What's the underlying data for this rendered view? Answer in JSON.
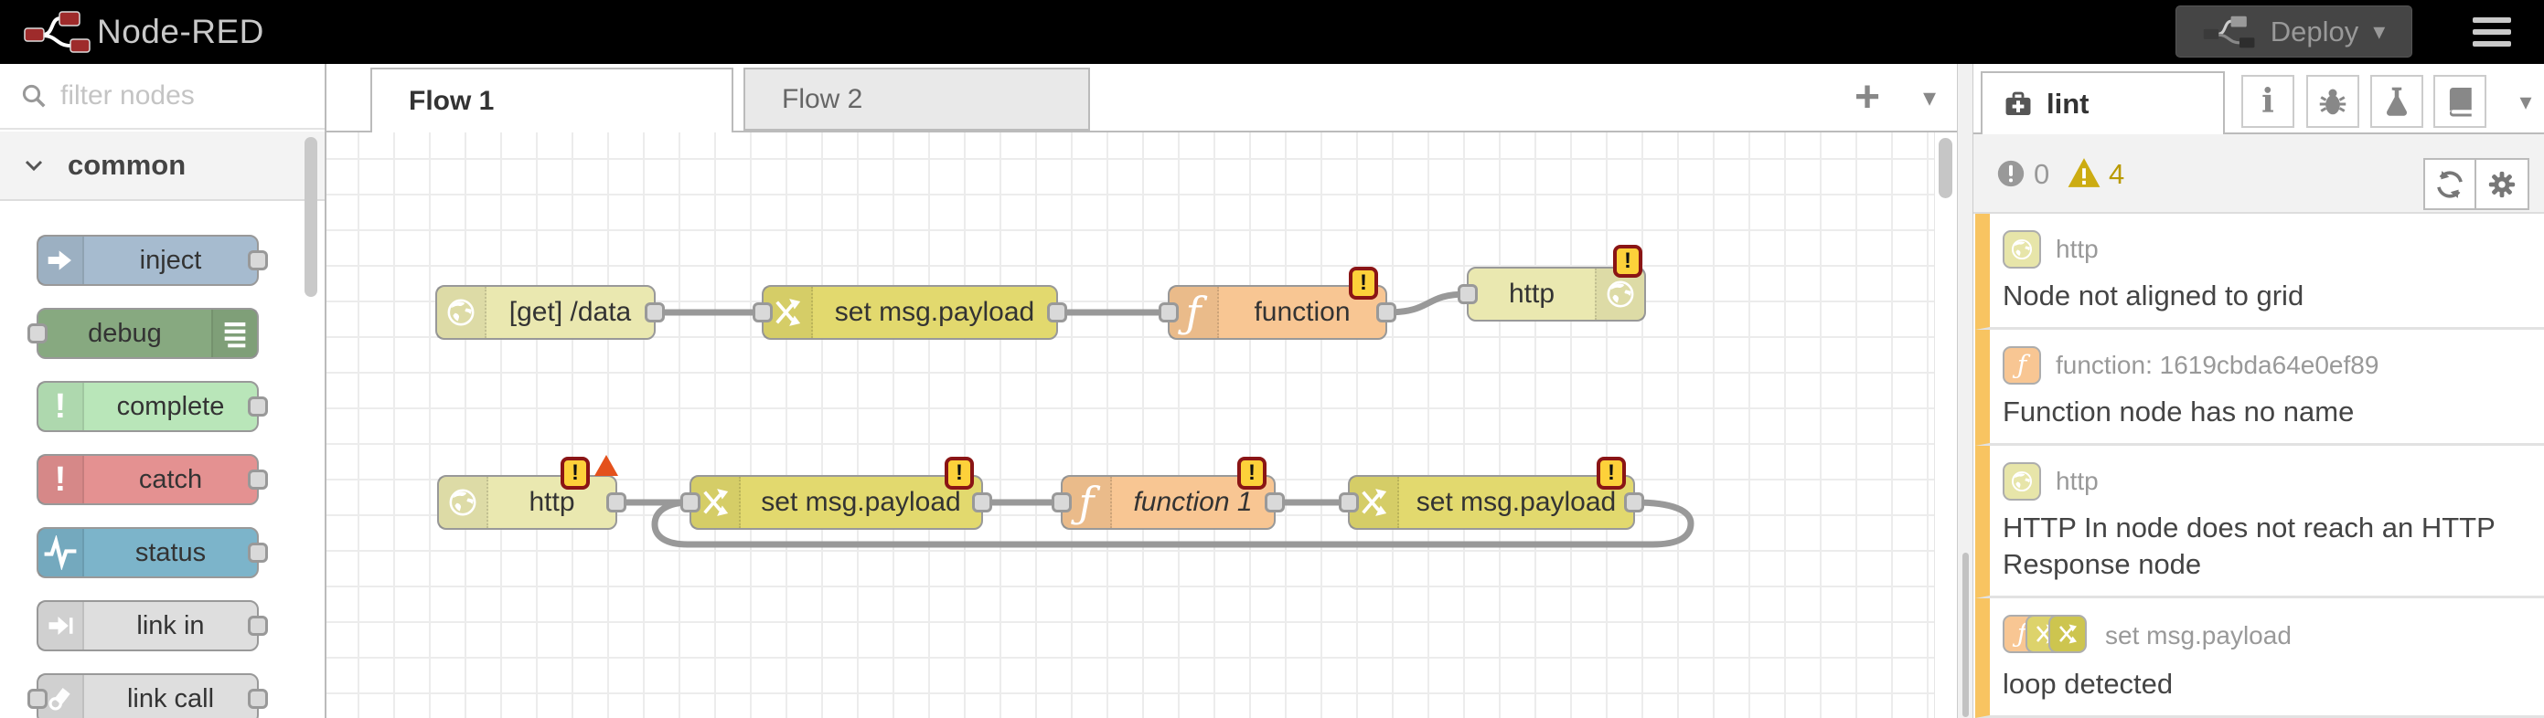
{
  "header": {
    "app_title": "Node-RED",
    "deploy": {
      "label": "Deploy"
    },
    "chevron_glyph": "▾"
  },
  "palette": {
    "filter_placeholder": "filter nodes",
    "category_label": "common",
    "nodes": [
      {
        "label": "inject",
        "color": "#a6bbcf",
        "ports": "out"
      },
      {
        "label": "debug",
        "color": "#87a980",
        "ports": "in"
      },
      {
        "label": "complete",
        "color": "#b9e6b9",
        "ports": "out"
      },
      {
        "label": "catch",
        "color": "#e49191",
        "ports": "out"
      },
      {
        "label": "status",
        "color": "#7cb4ca",
        "ports": "out"
      },
      {
        "label": "link in",
        "color": "#dedede",
        "ports": "out"
      },
      {
        "label": "link call",
        "color": "#dedede",
        "ports": "in-out"
      }
    ]
  },
  "workspace": {
    "tabs": [
      {
        "label": "Flow 1",
        "active": true
      },
      {
        "label": "Flow 2",
        "active": false
      }
    ],
    "add_tab_label": "+",
    "badge_glyph": "!",
    "nodes": [
      {
        "label": "[get] /data",
        "type": "http in",
        "color": "#eae8b0",
        "badge": false
      },
      {
        "label": "set msg.payload",
        "type": "change",
        "color": "#e2d96e",
        "badge": false
      },
      {
        "label": "function",
        "type": "function",
        "color": "#f8c693",
        "badge": true
      },
      {
        "label": "http",
        "type": "http response",
        "color": "#eae8b0",
        "badge": true
      },
      {
        "label": "http",
        "type": "http in",
        "color": "#eae8b0",
        "badge": true,
        "error": true
      },
      {
        "label": "set msg.payload",
        "type": "change",
        "color": "#e2d96e",
        "badge": true
      },
      {
        "label": "function 1",
        "type": "function",
        "color": "#f8c693",
        "badge": true,
        "italic": true
      },
      {
        "label": "set msg.payload",
        "type": "change",
        "color": "#e2d96e",
        "badge": true
      }
    ]
  },
  "sidebar": {
    "tab_label": "lint",
    "icon_tabs": [
      "info-icon",
      "bug-icon",
      "flask-icon",
      "book-icon"
    ],
    "counts": {
      "errors": "0",
      "warnings": "4"
    },
    "issues": [
      {
        "node_label": "http",
        "message": "Node not aligned to grid",
        "icons": [
          "http"
        ]
      },
      {
        "node_label": "function: 1619cbda64e0ef89",
        "message": "Function node has no name",
        "icons": [
          "function"
        ]
      },
      {
        "node_label": "http",
        "message": "HTTP In node does not reach an HTTP Response node",
        "icons": [
          "http"
        ]
      },
      {
        "node_label": "set msg.payload",
        "message": "loop detected",
        "icons": [
          "function",
          "switch",
          "change"
        ]
      }
    ]
  },
  "colors": {
    "header_bg": "#000000",
    "brand_red": "#9e2b2b",
    "wire": "#999999",
    "badge_bg": "#fdd13a",
    "badge_border": "#8a1515",
    "error_triangle": "#e4511c",
    "warning_gold": "#c9a800",
    "issue_stripe": "#f8c461"
  }
}
